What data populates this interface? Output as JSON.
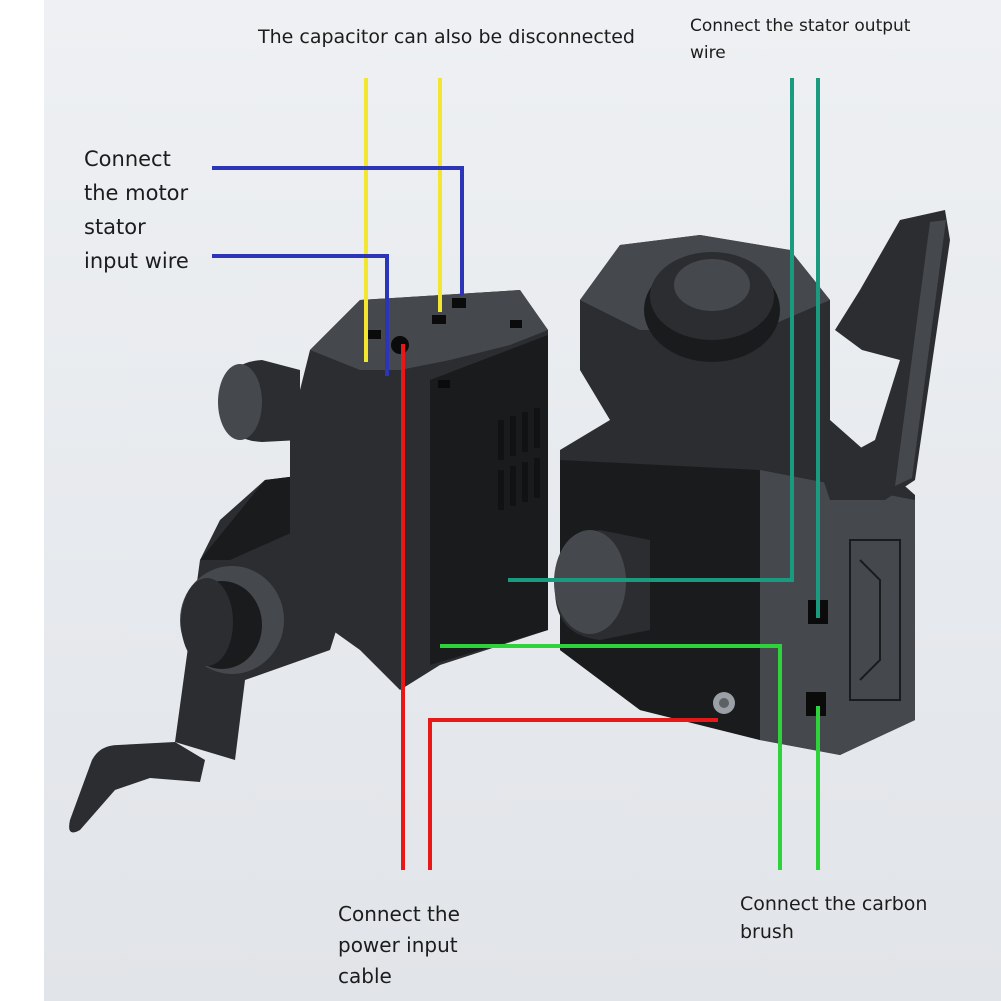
{
  "labels": {
    "capacitor": "The capacitor can also be disconnected",
    "stator_output": "Connect the stator output\nwire",
    "motor_stator_input": "Connect\nthe motor\n stator\ninput wire",
    "power_input": "Connect the\npower input\ncable",
    "carbon_brush": "Connect the carbon\nbrush"
  },
  "wire_colors": {
    "capacitor": "#f2e630",
    "motor_stator_input": "#2c34b8",
    "stator_output": "#1a9a7e",
    "power_input": "#e81818",
    "carbon_brush": "#2ed23a"
  },
  "device_colors": {
    "body": "#2b2d30",
    "body_dark": "#1a1b1d",
    "body_light": "#45484c"
  }
}
